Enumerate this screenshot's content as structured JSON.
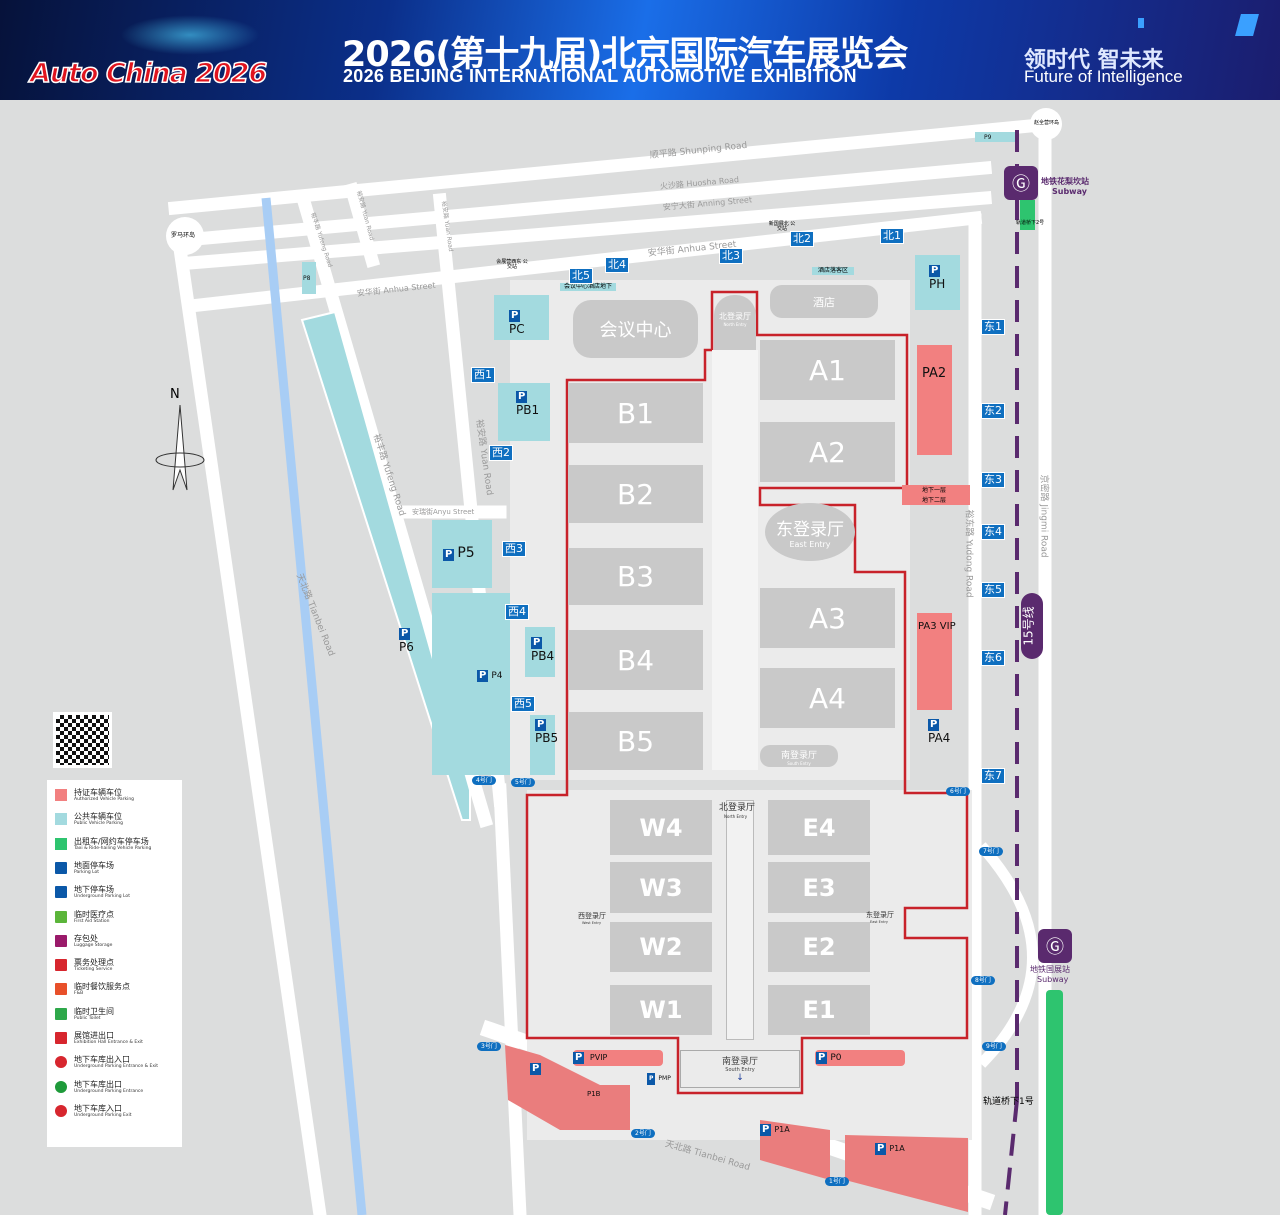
{
  "header": {
    "logo": "Auto China 2026",
    "title_cn": "2026(第十九届)北京国际汽车展览会",
    "title_en": "2026 BEIJING INTERNATIONAL AUTOMOTIVE EXHIBITION",
    "slogan_cn": "领时代 智未来",
    "slogan_en": "Future of Intelligence"
  },
  "colors": {
    "boundary": "#c8222a",
    "hall": "#c9c9c9",
    "authorized_parking": "#f28080",
    "public_parking": "#a3dadf",
    "taxi_parking": "#2ec46f",
    "gate": "#0f6fc0",
    "subway": "#5a2a6e",
    "road": "#ffffff",
    "ground": "#dcdddd"
  },
  "roads": {
    "shunping": "顺平路  Shunping Road",
    "huosha": "火沙路  Huosha Road",
    "anning": "安宁大街  Anning Street",
    "anhua_east": "安华街  Anhua Street",
    "anhua_west": "安华街  Anhua Street",
    "yufeng_n": "裕丰路 Yufeng Road",
    "yufeng_s": "裕丰路 Yufeng Road",
    "yuan_1": "裕安路 Yuan Road",
    "yuan_2": "裕安路 Yuan Road",
    "yuan_3": "裕安路 Yuan Road",
    "anyu": "安瑞街Anyu Street",
    "tianbei_w": "天北路  Tianbei Road",
    "tianbei_s": "天北路  Tianbei Road",
    "yudong": "裕东路 Yudong Road",
    "jingmi": "京密路  Jingmi Road",
    "roundabout_w": "罗马环岛",
    "roundabout_e": "赵全营环岛"
  },
  "halls": {
    "B1": "B1",
    "B2": "B2",
    "B3": "B3",
    "B4": "B4",
    "B5": "B5",
    "A1": "A1",
    "A2": "A2",
    "A3": "A3",
    "A4": "A4",
    "W1": "W1",
    "W2": "W2",
    "W3": "W3",
    "W4": "W4",
    "E1": "E1",
    "E2": "E2",
    "E3": "E3",
    "E4": "E4"
  },
  "venues": {
    "conference": "会议中心",
    "hotel": "酒店",
    "hotel_dropoff": "酒店落客区",
    "conf_hotel_ug": "会议中心酒店地下",
    "north_entry_cn": "北登录厅",
    "north_entry_en": "North Entry",
    "east_entry_cn": "东登录厅",
    "east_entry_en": "East Entry",
    "south_entry_a_cn": "南登录厅",
    "south_entry_a_en": "South Entry",
    "north_entry2_cn": "北登录厅",
    "north_entry2_en": "North Entry",
    "west_entry2_cn": "西登录厅",
    "west_entry2_en": "West Entry",
    "east_entry2_cn": "东登录厅",
    "east_entry2_en": "East Entry",
    "south_entry_cn": "南登录厅",
    "south_entry_en": "South Entry",
    "b1_level": "地下一层",
    "b2_level": "地下二层",
    "bus_west": "会展营西东 公交站",
    "bus_north": "新国展北 公交站"
  },
  "gates": {
    "north": [
      "北1",
      "北2",
      "北3",
      "北4",
      "北5"
    ],
    "east": [
      "东1",
      "东2",
      "东3",
      "东4",
      "东5",
      "东6",
      "东7"
    ],
    "west": [
      "西1",
      "西2",
      "西3",
      "西4",
      "西5"
    ],
    "numbered": [
      "1号门",
      "2号门",
      "3号门",
      "4号门",
      "5号门",
      "6号门",
      "7号门",
      "8号门",
      "9号门"
    ]
  },
  "parking": {
    "P5": "P5",
    "P6": "P6",
    "P4": "P4",
    "PB1": "PB1",
    "PB4": "PB4",
    "PB5": "PB5",
    "PC": "PC",
    "PH": "PH",
    "PA2": "PA2",
    "PA3": "PA3 VIP",
    "PA4": "PA4",
    "PVIP": "PVIP",
    "P0": "P0",
    "P1A_1": "P1A",
    "P1A_2": "P1A",
    "P1B": "P1B",
    "PMP": "PMP",
    "P8": "P8",
    "P9": "P9",
    "P_mark": "P"
  },
  "subway": {
    "north_station": "地铁花梨坎站",
    "north_station_en": "Subway",
    "south_station": "地铁国展站",
    "south_station_en": "Subway",
    "line": "15号线",
    "bridge1": "轨道桥下1号",
    "bridge2": "轨道桥下2号"
  },
  "compass": "N",
  "legend": [
    {
      "cn": "持证车辆车位",
      "en": "Authorized Vehicle Parking",
      "icon": "authorized-parking-swatch",
      "color": "#f28080"
    },
    {
      "cn": "公共车辆车位",
      "en": "Public Vehicle Parking",
      "icon": "public-parking-swatch",
      "color": "#a3dadf"
    },
    {
      "cn": "出租车/网约车停车场",
      "en": "Taxi & Ride-hailing Vehicle Parking",
      "icon": "taxi-parking-swatch",
      "color": "#2ec46f"
    },
    {
      "cn": "地面停车场",
      "en": "Parking Lot",
      "icon": "parking-icon",
      "color": "#0b58a8"
    },
    {
      "cn": "地下停车场",
      "en": "Underground Parking Lot",
      "icon": "underground-parking-icon",
      "color": "#0b58a8"
    },
    {
      "cn": "临时医疗点",
      "en": "First Aid Station",
      "icon": "first-aid-icon",
      "color": "#5bb53a"
    },
    {
      "cn": "存包处",
      "en": "Luggage Storage",
      "icon": "luggage-icon",
      "color": "#9a1a6a"
    },
    {
      "cn": "票务处理点",
      "en": "Ticketing Service",
      "icon": "ticket-icon",
      "color": "#d7262e"
    },
    {
      "cn": "临时餐饮服务点",
      "en": "F&B",
      "icon": "food-icon",
      "color": "#e8502a"
    },
    {
      "cn": "临时卫生间",
      "en": "Public Toilet",
      "icon": "toilet-icon",
      "color": "#2ea84a"
    },
    {
      "cn": "展馆进出口",
      "en": "Exhibition Hall Entrance & Exit",
      "icon": "entrance-exit-arrows-icon",
      "color": "#d7262e"
    },
    {
      "cn": "地下车库出入口",
      "en": "Underground Parking Entrance & Exit",
      "icon": "garage-entrance-exit-icon",
      "color": "#d7262e"
    },
    {
      "cn": "地下车库出口",
      "en": "Underground Parking Entrance",
      "icon": "garage-exit-icon",
      "color": "#1e9a3a"
    },
    {
      "cn": "地下车库入口",
      "en": "Underground Parking Exit",
      "icon": "garage-entrance-icon",
      "color": "#d7262e"
    }
  ]
}
